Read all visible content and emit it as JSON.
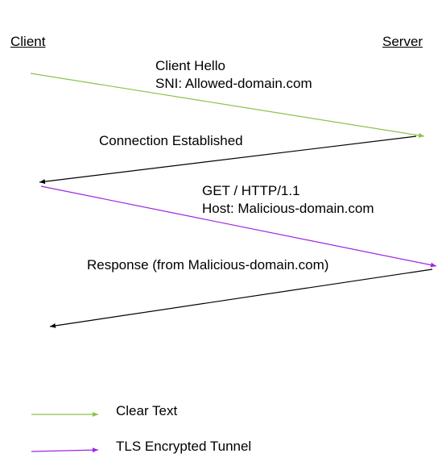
{
  "actors": {
    "client": "Client",
    "server": "Server"
  },
  "messages": [
    {
      "lines": [
        "Client Hello",
        "SNI: Allowed-domain.com"
      ],
      "direction": "client-to-server",
      "style": "clear"
    },
    {
      "lines": [
        "Connection Established"
      ],
      "direction": "server-to-client",
      "style": "plain"
    },
    {
      "lines": [
        "GET / HTTP/1.1",
        "Host: Malicious-domain.com"
      ],
      "direction": "client-to-server",
      "style": "tls"
    },
    {
      "lines": [
        "Response (from Malicious-domain.com)"
      ],
      "direction": "server-to-client",
      "style": "plain"
    }
  ],
  "legend": [
    {
      "label": "Clear Text",
      "style": "clear"
    },
    {
      "label": "TLS Encrypted Tunnel",
      "style": "tls"
    }
  ],
  "colors": {
    "clear": "#8bc34a",
    "tls": "#9c27e0",
    "plain": "#000000"
  }
}
